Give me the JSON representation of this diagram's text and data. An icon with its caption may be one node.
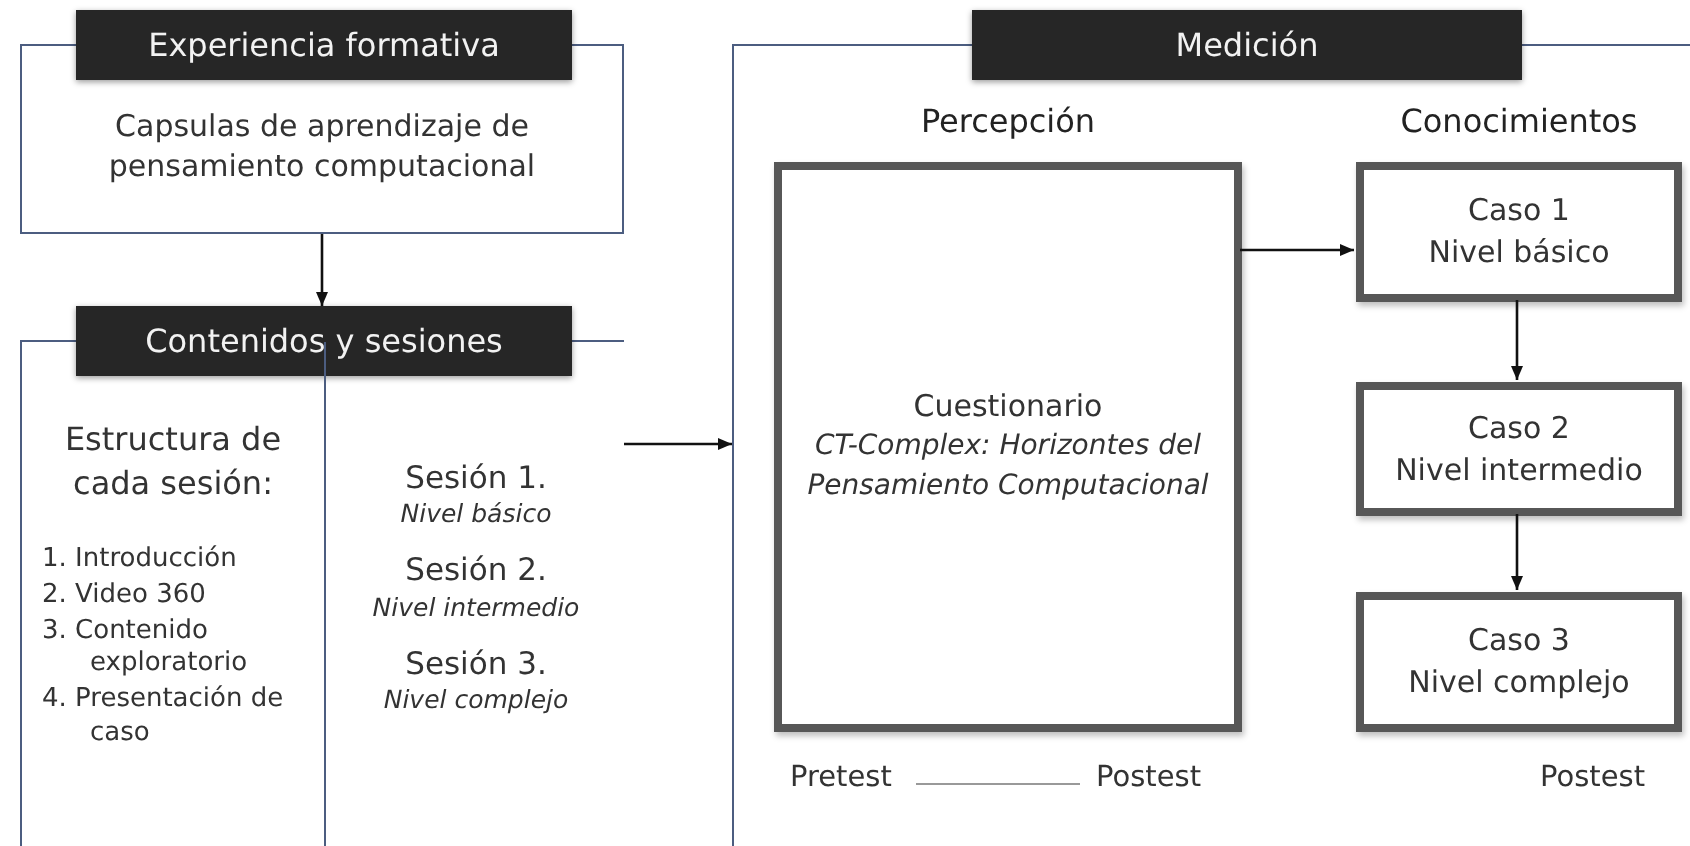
{
  "diagram": {
    "nodes": [
      {
        "text": [
          "Experiencia formativa",
          "Capsulas de aprendizaje de pensamiento computacional"
        ]
      },
      {
        "text": [
          "Contenidos y sesiones"
        ]
      },
      {
        "text": [
          "Estructura de cada sesión:",
          "1. Introducción",
          "2. Video 360",
          "3. Contenido exploratorio",
          "4. Presentación de caso"
        ],
        "in": 1
      },
      {
        "text": [
          "Sesión 1.",
          "Nivel básico",
          "Sesión 2.",
          "Nivel intermedio",
          "Sesión 3.",
          "Nivel complejo"
        ],
        "in": 1
      },
      {
        "text": [
          "Medición"
        ]
      },
      {
        "text": [
          "Percepción",
          "Cuestionario",
          "CT-Complex: Horizontes del Pensamiento Computacional"
        ],
        "in": 4
      },
      {
        "text": [
          "Conocimientos",
          "Caso 1",
          "Nivel básico"
        ],
        "in": 4
      },
      {
        "text": [
          "Caso 2",
          "Nivel intermedio"
        ],
        "in": 4
      },
      {
        "text": [
          "Caso 3",
          "Nivel complejo"
        ],
        "in": 4
      }
    ],
    "edges": [
      {
        "from": 0,
        "to": 1,
        "arrow": "to"
      },
      {
        "from": 1,
        "to": 4,
        "arrow": "to"
      },
      {
        "from": 5,
        "to": 6,
        "arrow": "to"
      },
      {
        "from": 6,
        "to": 7,
        "arrow": "to"
      },
      {
        "from": 7,
        "to": 8,
        "arrow": "to"
      }
    ],
    "labels": [
      "Pretest",
      "Postest",
      "Postest"
    ]
  }
}
